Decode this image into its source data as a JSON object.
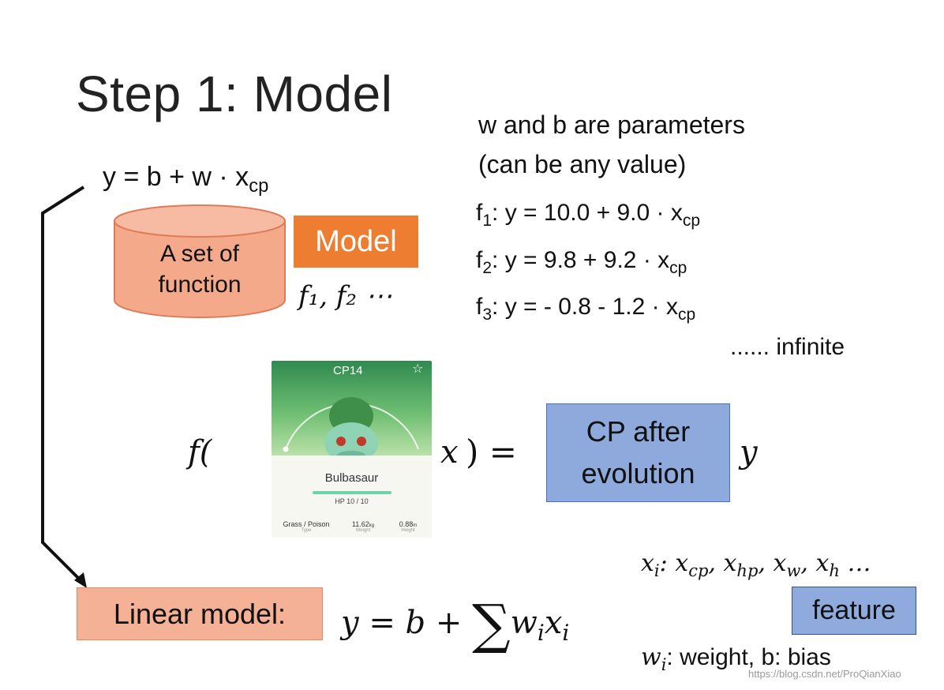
{
  "title": "Step 1: Model",
  "formula_top": {
    "y": "y = b + w · x",
    "sub": "cp"
  },
  "parameters": {
    "line1": "w and b are parameters",
    "line2": "(can be any value)"
  },
  "functions": [
    {
      "name": "f",
      "sub": "1",
      "expr": ": y = 10.0 + 9.0 · x",
      "xsub": "cp"
    },
    {
      "name": "f",
      "sub": "2",
      "expr": ": y = 9.8 + 9.2 · x",
      "xsub": "cp"
    },
    {
      "name": "f",
      "sub": "3",
      "expr": ": y = - 0.8 - 1.2 · x",
      "xsub": "cp"
    }
  ],
  "infinite": "...... infinite",
  "set_box": {
    "line1": "A set of",
    "line2": "function"
  },
  "model_badge": "Model",
  "f_list": "f₁, f₂ ⋯",
  "equation": {
    "left": "f(",
    "x": "x",
    "right": ") =",
    "y": "y"
  },
  "cp_box": {
    "line1": "CP after",
    "line2": "evolution"
  },
  "pokemon": {
    "cp": "CP14",
    "name": "Bulbasaur",
    "hp": "HP 10 / 10",
    "type_value": "Grass / Poison",
    "type_label": "Type",
    "weight_value": "11.62",
    "weight_unit": "kg",
    "weight_label": "Weight",
    "height_value": "0.88",
    "height_unit": "m",
    "height_label": "Height"
  },
  "linear_model": {
    "label": "Linear model:",
    "formula_lhs": "y = b + ",
    "sigma": "∑",
    "formula_rhs": "w",
    "sub_i": "i",
    "x": "x"
  },
  "features": {
    "line": "x",
    "rest": ": x",
    "subs": [
      "i",
      "cp",
      "hp",
      "w",
      "h"
    ],
    "ellipsis": "…",
    "badge": "feature",
    "weight_line": ": weight, b: bias",
    "w": "w"
  },
  "watermark": "https://blog.csdn.net/ProQianXiao",
  "colors": {
    "set_fill": "#f4a98a",
    "set_stroke": "#e07b57",
    "model_fill": "#ed7d31",
    "cp_fill": "#8ea9db",
    "cp_stroke": "#4472c4",
    "linear_fill": "#f4b196",
    "feature_fill": "#8faadc"
  }
}
